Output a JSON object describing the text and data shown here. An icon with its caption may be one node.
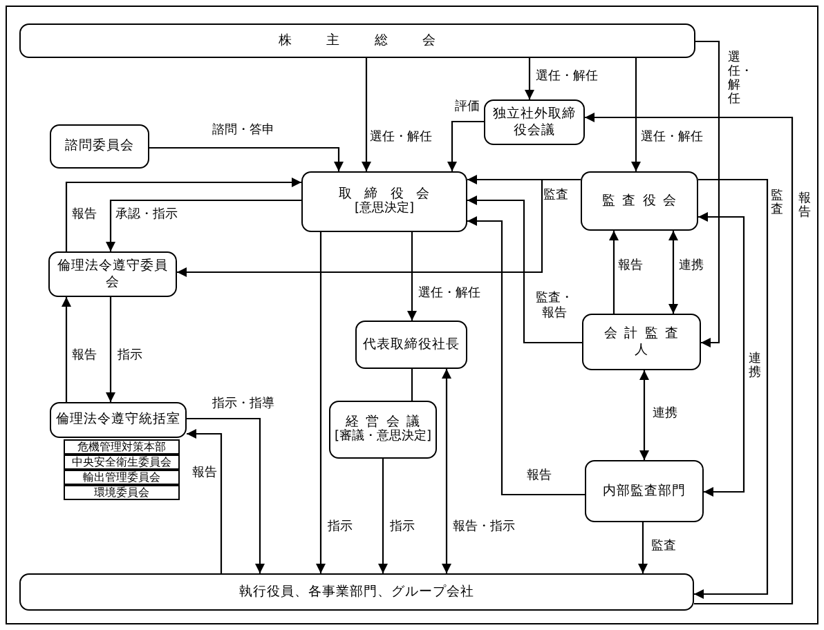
{
  "diagram": {
    "nodes": [
      {
        "text": [
          "株主総会"
        ]
      },
      {
        "text": [
          "独立社外取締役会議"
        ]
      },
      {
        "text": [
          "諮問委員会"
        ]
      },
      {
        "text": [
          "取締役会",
          "[意思決定]"
        ]
      },
      {
        "text": [
          "監査役会"
        ]
      },
      {
        "text": [
          "倫理法令遵守委員会"
        ]
      },
      {
        "text": [
          "代表取締役社長"
        ]
      },
      {
        "text": [
          "会計監査人"
        ]
      },
      {
        "text": [
          "倫理法令遵守統括室"
        ]
      },
      {
        "text": [
          "危機管理対策本部"
        ]
      },
      {
        "text": [
          "中央安全衛生委員会"
        ]
      },
      {
        "text": [
          "輸出管理委員会"
        ]
      },
      {
        "text": [
          "環境委員会"
        ]
      },
      {
        "text": [
          "経営会議",
          "[審議・意思決定]"
        ]
      },
      {
        "text": [
          "内部監査部門"
        ]
      },
      {
        "text": [
          "執行役員、各事業部門、グループ会社"
        ]
      }
    ],
    "edges": [
      {
        "from": 0,
        "to": 3,
        "arrow": "to",
        "label": "選任・解任"
      },
      {
        "from": 0,
        "to": 1,
        "arrow": "to",
        "label": "選任・解任"
      },
      {
        "from": 0,
        "to": 4,
        "arrow": "to",
        "label": "選任・解任"
      },
      {
        "from": 0,
        "to": 7,
        "arrow": "to",
        "label": "選任・解任"
      },
      {
        "from": 2,
        "to": 3,
        "arrow": "to",
        "label": "諮問・答申"
      },
      {
        "from": 1,
        "to": 3,
        "arrow": "to",
        "label": "評価"
      },
      {
        "from": 3,
        "to": 5,
        "arrow": "to",
        "label": "承認・指示"
      },
      {
        "from": 5,
        "to": 3,
        "arrow": "to",
        "label": "報告"
      },
      {
        "from": 15,
        "to": 1,
        "arrow": "to",
        "label": "報告"
      },
      {
        "from": 4,
        "to": 15,
        "arrow": "to",
        "label": "監査"
      },
      {
        "from": 4,
        "to": 14,
        "arrow": "both",
        "label": "連携"
      },
      {
        "from": 4,
        "to": 3,
        "arrow": "to",
        "label": "監査"
      },
      {
        "from": 4,
        "to": 5,
        "arrow": "to"
      },
      {
        "from": 7,
        "to": 3,
        "arrow": "to",
        "label": "監査・報告"
      },
      {
        "from": 14,
        "to": 3,
        "arrow": "to",
        "label": "報告"
      },
      {
        "from": 7,
        "to": 4,
        "arrow": "to",
        "label": "報告"
      },
      {
        "from": 7,
        "to": 4,
        "arrow": "both",
        "label": "連携"
      },
      {
        "from": 7,
        "to": 14,
        "arrow": "both",
        "label": "連携"
      },
      {
        "from": 14,
        "to": 15,
        "arrow": "to",
        "label": "監査"
      },
      {
        "from": 3,
        "to": 6,
        "arrow": "to",
        "label": "選任・解任"
      },
      {
        "from": 3,
        "to": 15,
        "arrow": "to",
        "label": "指示"
      },
      {
        "from": 6,
        "to": 13,
        "arrow": "none"
      },
      {
        "from": 13,
        "to": 15,
        "arrow": "to",
        "label": "指示"
      },
      {
        "from": 6,
        "to": 15,
        "arrow": "both",
        "label": "報告・指示"
      },
      {
        "from": 5,
        "to": 8,
        "arrow": "to",
        "label": "指示"
      },
      {
        "from": 8,
        "to": 5,
        "arrow": "to",
        "label": "報告"
      },
      {
        "from": 8,
        "to": 15,
        "arrow": "to",
        "label": "指示・指導"
      },
      {
        "from": 15,
        "to": 8,
        "arrow": "to",
        "label": "報告"
      }
    ]
  }
}
